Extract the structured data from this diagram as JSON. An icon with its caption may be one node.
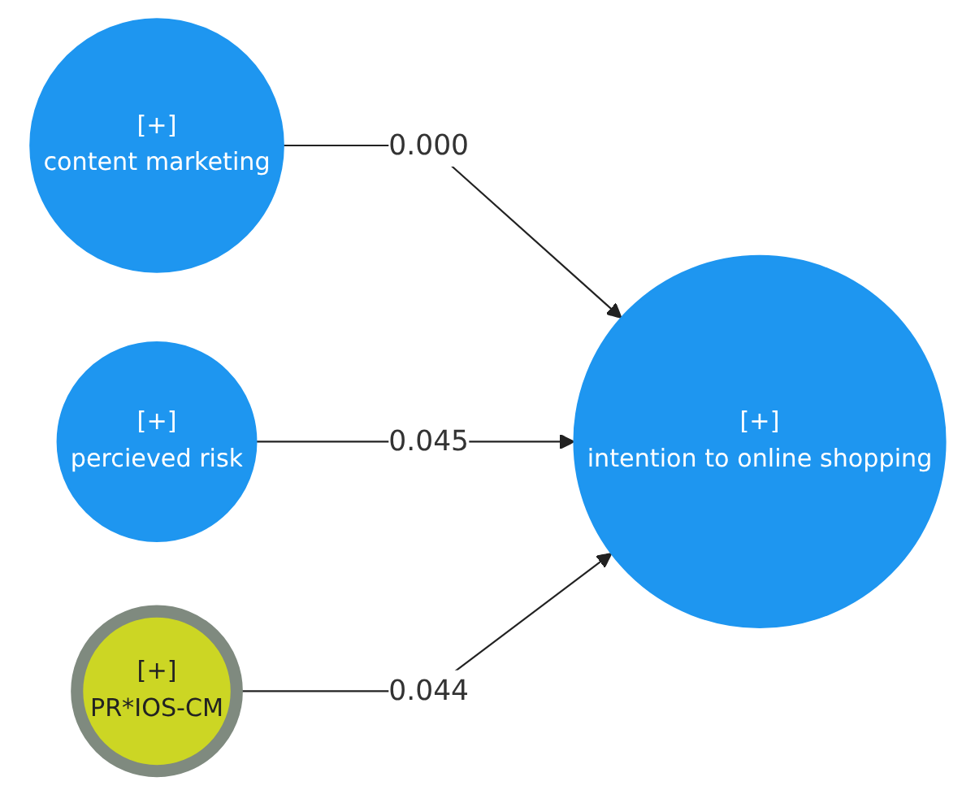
{
  "diagram": {
    "nodes": [
      {
        "text": [
          "[+]",
          "content marketing"
        ]
      },
      {
        "text": [
          "[+]",
          "percieved risk"
        ]
      },
      {
        "text": [
          "[+]",
          "intention to online shopping"
        ]
      },
      {
        "text": [
          "[+]",
          "PR*IOS-CM"
        ]
      }
    ],
    "edges": [
      {
        "from": 0,
        "to": 2,
        "arrow": "to",
        "label": "0.000"
      },
      {
        "from": 1,
        "to": 2,
        "arrow": "to",
        "label": "0.045"
      },
      {
        "from": 3,
        "to": 2,
        "arrow": "to",
        "label": "0.044"
      }
    ]
  }
}
